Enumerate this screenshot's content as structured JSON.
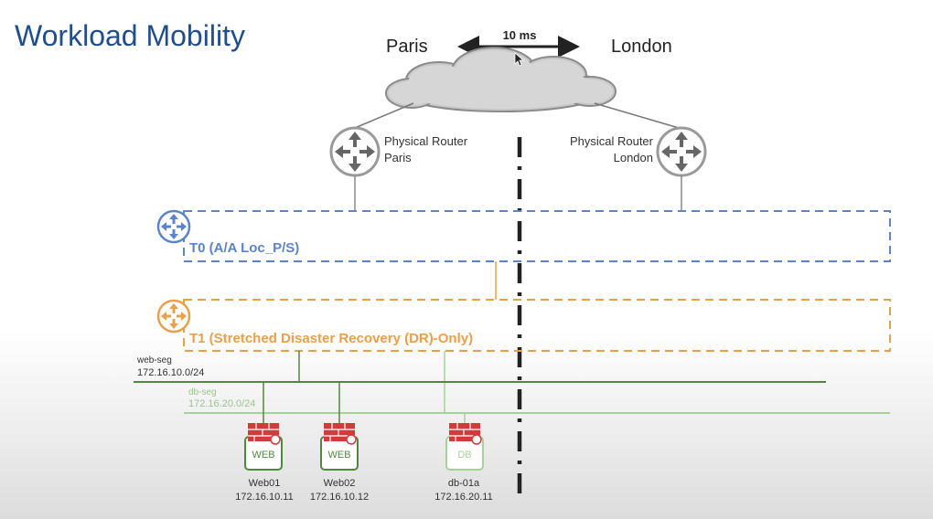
{
  "title": "Workload Mobility",
  "sites": {
    "left": "Paris",
    "right": "London",
    "latency": "10 ms"
  },
  "routers": {
    "paris": {
      "line1": "Physical Router",
      "line2": "Paris"
    },
    "london": {
      "line1": "Physical Router",
      "line2": "London"
    }
  },
  "tiers": {
    "t0": {
      "label": "T0 (A/A Loc_P/S)",
      "color": "#5b84c9"
    },
    "t1": {
      "label": "T1 (Stretched Disaster Recovery (DR)-Only)",
      "color": "#e8a04b"
    }
  },
  "segments": {
    "web": {
      "name": "web-seg",
      "cidr": "172.16.10.0/24",
      "color": "#4f8a3c"
    },
    "db": {
      "name": "db-seg",
      "cidr": "172.16.20.0/24",
      "color": "#a7d19a"
    }
  },
  "vms": [
    {
      "badge": "WEB",
      "name": "Web01",
      "ip": "172.16.10.11"
    },
    {
      "badge": "WEB",
      "name": "Web02",
      "ip": "172.16.10.12"
    },
    {
      "badge": "DB",
      "name": "db-01a",
      "ip": "172.16.20.11"
    }
  ],
  "colors": {
    "title": "#1f4e8c",
    "firewall": "#d23b3b",
    "divider": "#222222"
  }
}
